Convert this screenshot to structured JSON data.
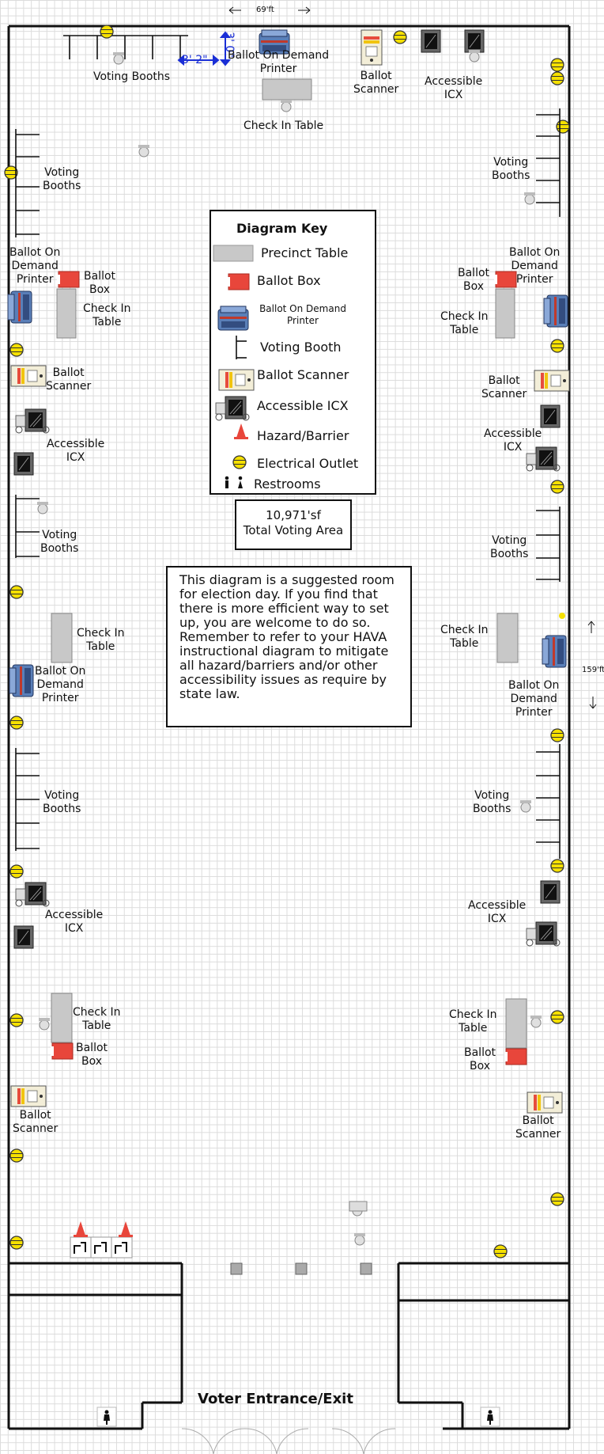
{
  "dimensions": {
    "width": "69'ft",
    "height": "159'ft"
  },
  "measure": {
    "width_label": "3' 2\"",
    "depth_label": "3' 0\""
  },
  "key": {
    "title": "Diagram Key",
    "items": [
      {
        "icon": "precinct-table-icon",
        "label": "Precinct Table"
      },
      {
        "icon": "ballot-box-icon",
        "label": "Ballot Box"
      },
      {
        "icon": "ballot-on-demand-printer-icon",
        "label": "Ballot On Demand\nPrinter"
      },
      {
        "icon": "voting-booth-icon",
        "label": "Voting Booth"
      },
      {
        "icon": "ballot-scanner-icon",
        "label": "Ballot Scanner"
      },
      {
        "icon": "accessible-icx-icon",
        "label": "Accessible ICX"
      },
      {
        "icon": "hazard-barrier-icon",
        "label": "Hazard/Barrier"
      },
      {
        "icon": "electrical-outlet-icon",
        "label": "Electrical Outlet"
      },
      {
        "icon": "restrooms-icon",
        "label": "Restrooms"
      }
    ]
  },
  "area": {
    "line1": "10,971'sf",
    "line2": "Total Voting Area"
  },
  "note": "This diagram is a suggested room\nfor election day. If you find that\nthere is more efficient way to set\nup, you are welcome to do so.\nRemember to refer to your HAVA\ninstructional diagram to mitigate\nall hazard/barriers and/or other\naccessibility issues as require by\n state law.",
  "entrance": "Voter Entrance/Exit",
  "labels": {
    "voting_booths": "Voting Booths",
    "voting_booths_2line": "Voting\nBooths",
    "bod_printer_1line": "Ballot On Demand\nPrinter",
    "bod_printer_3line": "Ballot On\nDemand\nPrinter",
    "ballot_box": "Ballot\nBox",
    "check_in_table_2line": "Check In\nTable",
    "check_in_table_1line": "Check In Table",
    "ballot_scanner": "Ballot\nScanner",
    "accessible_icx": "Accessible\nICX"
  },
  "colors": {
    "ballot_box": "#e8463b",
    "outlet": "#f5e000",
    "table": "#c8c8c8",
    "printer": "#4a6fa5",
    "hazard": "#e8463b",
    "measure": "#1a2fd6"
  }
}
